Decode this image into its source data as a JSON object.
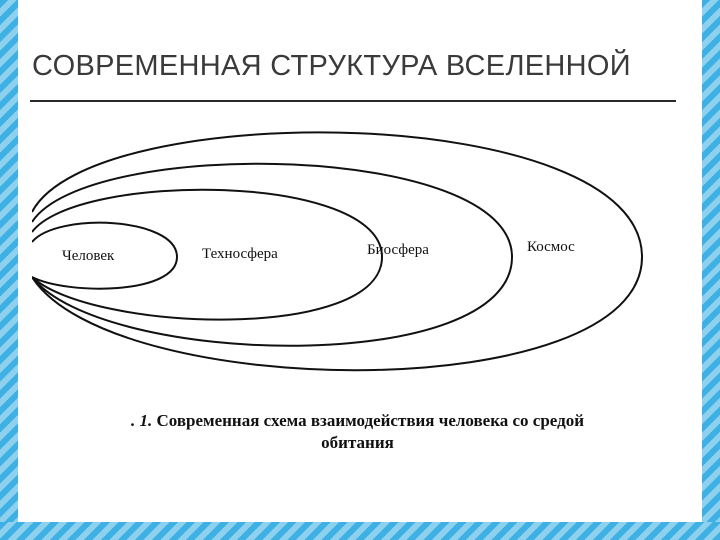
{
  "slide": {
    "title": "СОВРЕМЕННАЯ СТРУКТУРА ВСЕЛЕННОЙ"
  },
  "diagram": {
    "spheres": [
      {
        "label": "Человек"
      },
      {
        "label": "Техносфера"
      },
      {
        "label": "Биосфера"
      },
      {
        "label": "Космос"
      }
    ]
  },
  "caption": {
    "number": ". 1.",
    "line1": "Современная схема взаимодействия человека со средой",
    "line2": "обитания"
  },
  "colors": {
    "frame_stripe_dark": "#3fb0e3",
    "frame_stripe_light": "#8dd1ef",
    "title_text": "#3a3a3a",
    "ink": "#111111"
  }
}
